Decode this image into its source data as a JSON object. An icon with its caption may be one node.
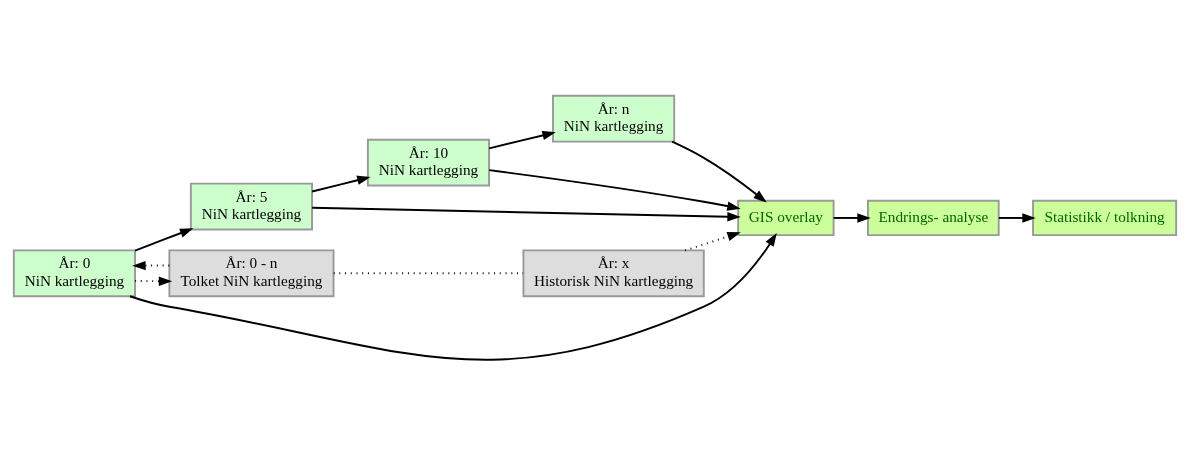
{
  "diagram": {
    "nodes": [
      {
        "text": [
          "År: n",
          "NiN kartlegging"
        ]
      },
      {
        "text": [
          "År: 10",
          "NiN kartlegging"
        ]
      },
      {
        "text": [
          "År: 5",
          "NiN kartlegging"
        ]
      },
      {
        "text": [
          "År: 0",
          "NiN kartlegging"
        ]
      },
      {
        "text": [
          "År: 0 - n",
          "Tolket NiN kartlegging"
        ]
      },
      {
        "text": [
          "År: x",
          "Historisk NiN kartlegging"
        ]
      },
      {
        "text": [
          "GIS overlay"
        ]
      },
      {
        "text": [
          "Endrings- analyse"
        ]
      },
      {
        "text": [
          "Statistikk / tolkning"
        ]
      }
    ],
    "edges": [
      {
        "from": 4,
        "to": 3,
        "arrow": "to",
        "style": "dashed"
      },
      {
        "from": 3,
        "to": 4,
        "arrow": "to",
        "style": "dashed"
      },
      {
        "from": 3,
        "to": 2,
        "arrow": "to"
      },
      {
        "from": 2,
        "to": 1,
        "arrow": "to"
      },
      {
        "from": 1,
        "to": 0,
        "arrow": "to"
      },
      {
        "from": 0,
        "to": 6,
        "arrow": "to"
      },
      {
        "from": 1,
        "to": 6,
        "arrow": "to"
      },
      {
        "from": 2,
        "to": 6,
        "arrow": "to"
      },
      {
        "from": 3,
        "to": 6,
        "arrow": "to"
      },
      {
        "from": 4,
        "to": 5,
        "arrow": "none",
        "style": "dashed"
      },
      {
        "from": 5,
        "to": 6,
        "arrow": "to",
        "style": "dashed"
      },
      {
        "from": 6,
        "to": 7,
        "arrow": "to"
      },
      {
        "from": 7,
        "to": 8,
        "arrow": "to"
      }
    ]
  }
}
